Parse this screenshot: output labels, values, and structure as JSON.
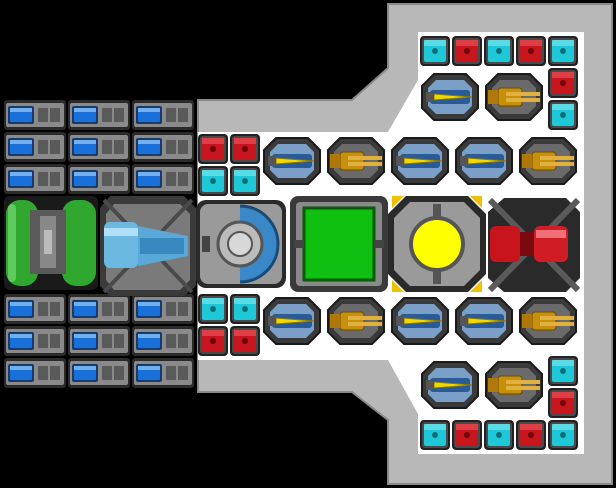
{
  "scene": {
    "kind": "ship-builder-grid",
    "colors": {
      "background": "#000000",
      "hull": "#b8b8b8",
      "hull_dark": "#8a8a8a",
      "interior": "#ffffff",
      "cyan": "#1fc8d8",
      "red": "#c8141c",
      "gold": "#c8900a",
      "yellow": "#f0d800",
      "blue": "#1870d8",
      "green": "#30a830",
      "reactor_green": "#10c010",
      "core_yellow": "#ffff00"
    },
    "modules": {
      "battery": "battery-module",
      "thruster": "thruster-module",
      "engine": "engine-module",
      "bridge": "bridge-module",
      "cargo": "cargo-module",
      "reactor": "reactor-module",
      "cannon": "cannon-module",
      "laser_turret": "laser-turret",
      "gold_turret": "gold-turret",
      "cyan_block": "cyan-block",
      "red_block": "red-block"
    }
  }
}
